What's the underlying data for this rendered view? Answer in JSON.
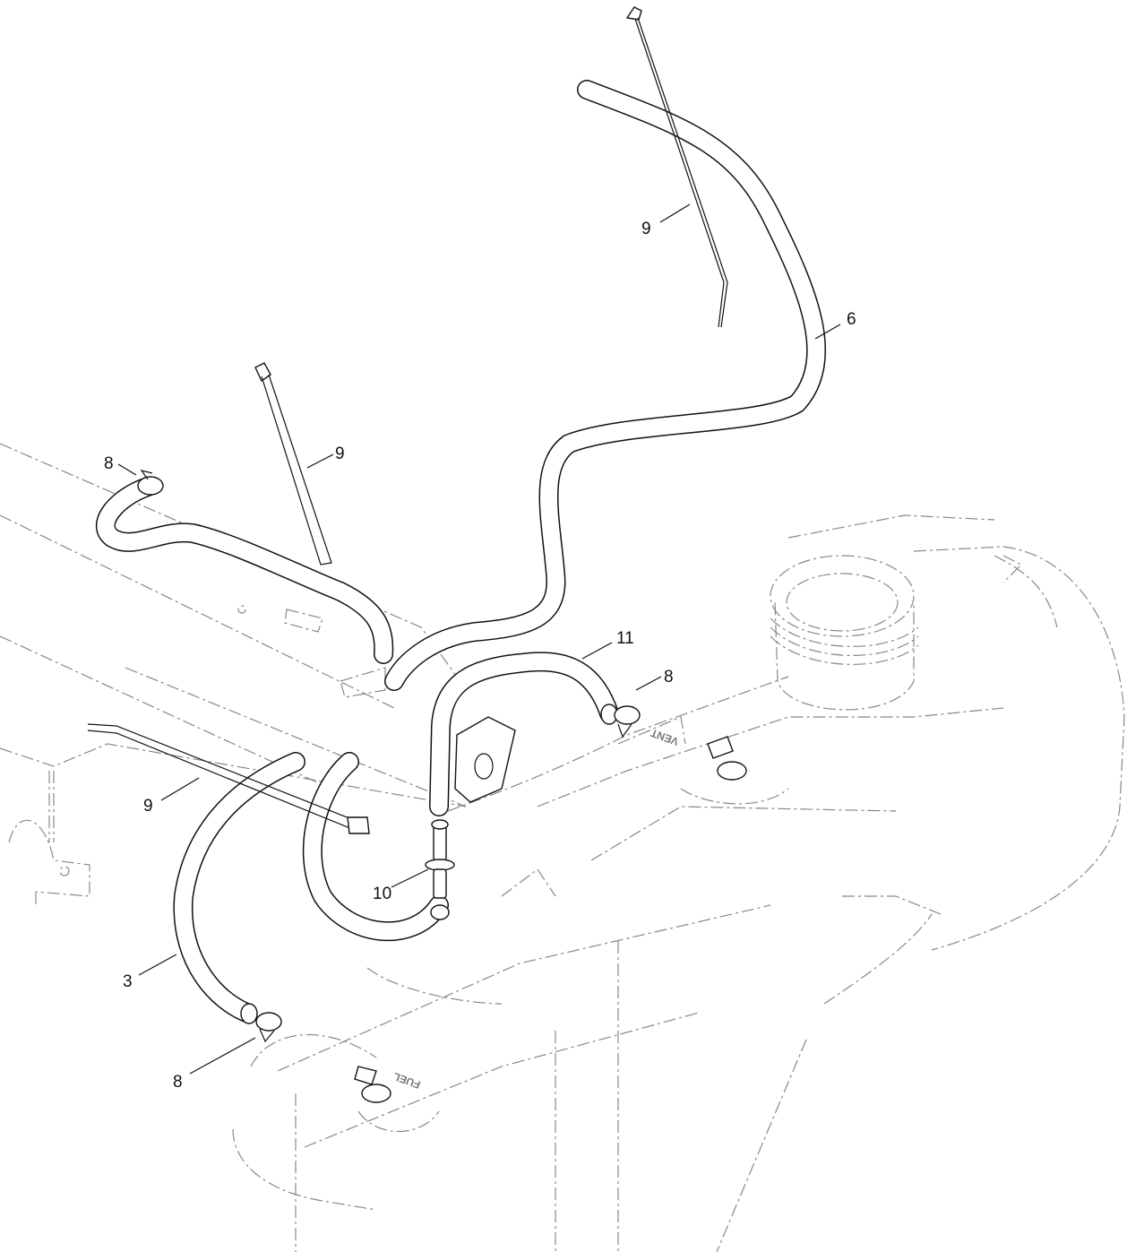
{
  "callouts": {
    "c9_top": "9",
    "c6": "6",
    "c9_mid": "9",
    "c8_topleft": "8",
    "c11": "11",
    "c8_right": "8",
    "c9_left": "9",
    "c10": "10",
    "c3": "3",
    "c8_bottom": "8"
  },
  "stamps": {
    "vent": "VENT",
    "fuel": "FUEL"
  }
}
